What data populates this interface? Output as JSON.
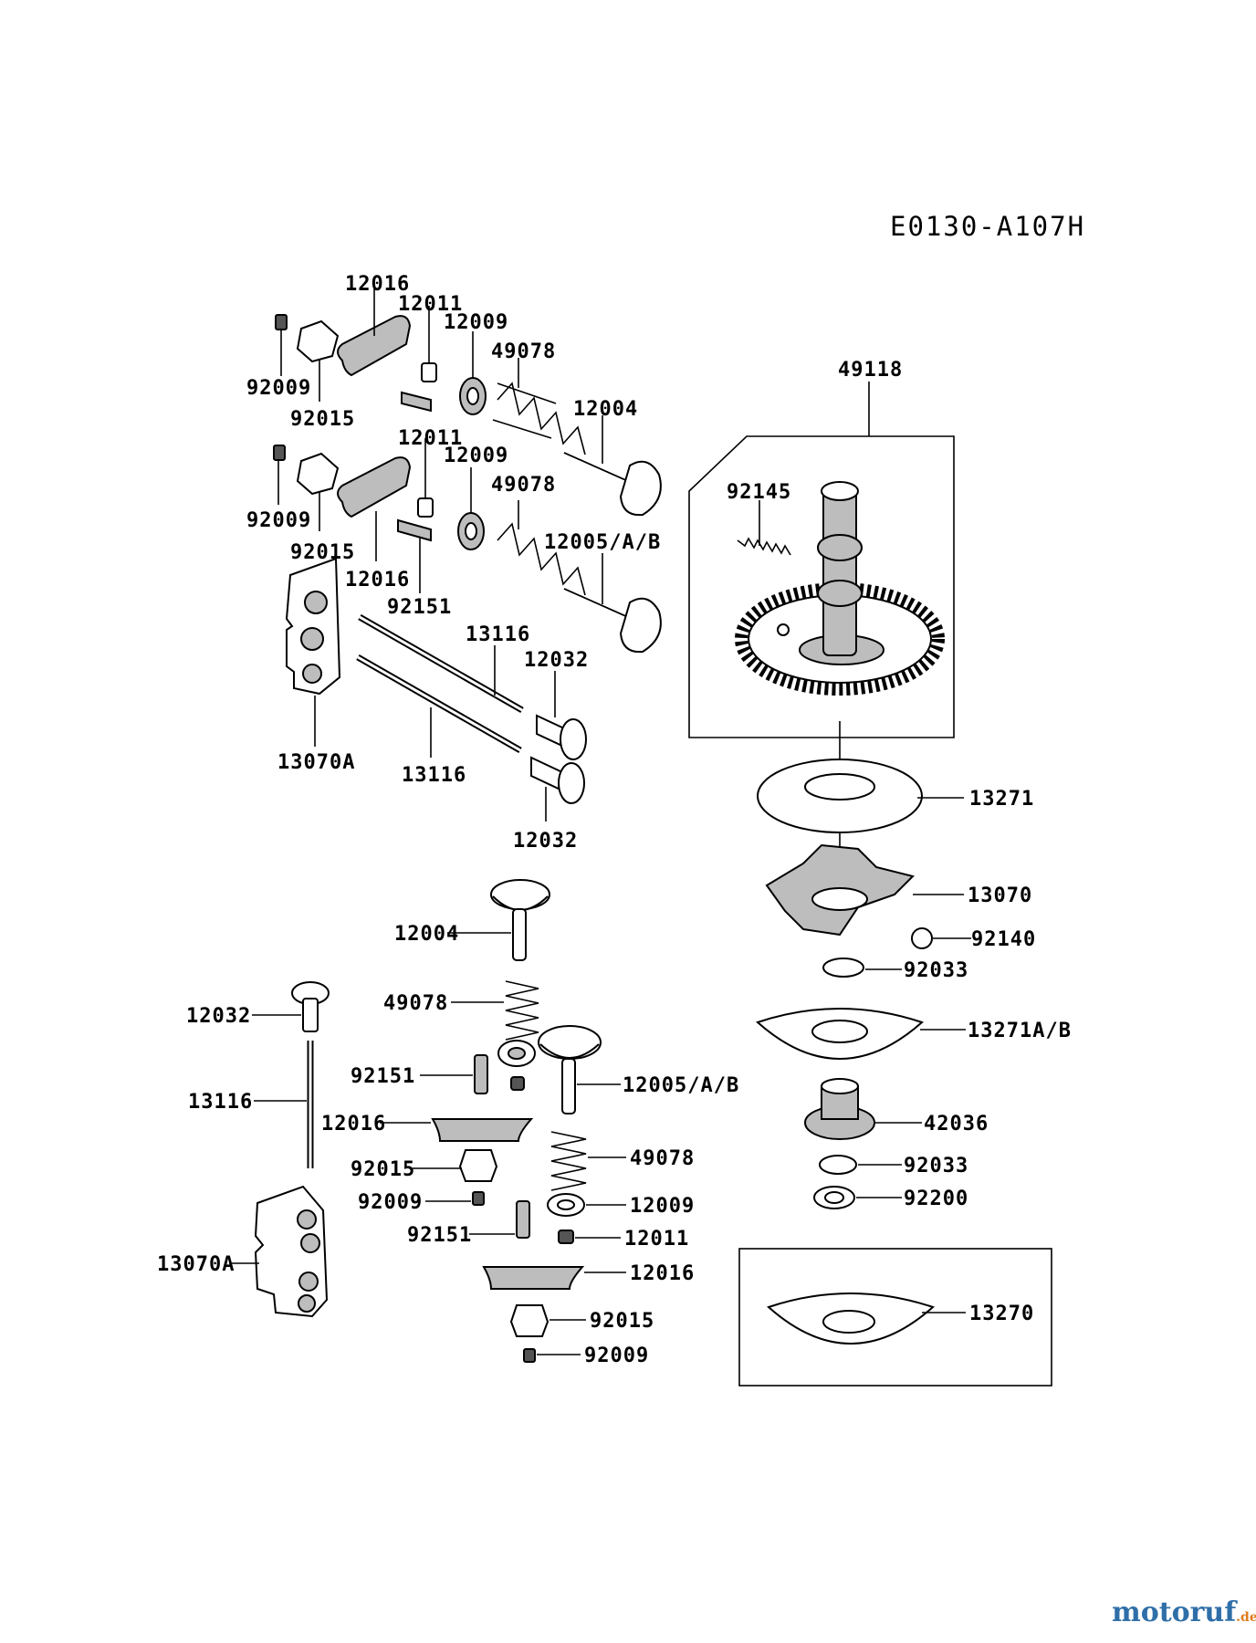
{
  "diagram_code": "E0130-A107H",
  "brand": {
    "main": "motoruf",
    "suffix": ".de"
  },
  "labels": {
    "l12016a": "12016",
    "l12011a": "12011",
    "l12009a": "12009",
    "l49078a": "49078",
    "l92009a": "92009",
    "l92015a": "92015",
    "l12004a": "12004",
    "l12011b": "12011",
    "l12009b": "12009",
    "l49078b": "49078",
    "l92009b": "92009",
    "l92015b": "92015",
    "l12005a": "12005/A/B",
    "l12016b": "12016",
    "l92151a": "92151",
    "l13116a": "13116",
    "l12032a": "12032",
    "l13070Aa": "13070A",
    "l13116b": "13116",
    "l12032b": "12032",
    "l49118": "49118",
    "l92145": "92145",
    "l13271": "13271",
    "l13070": "13070",
    "l92140": "92140",
    "l92033a": "92033",
    "l13271AB": "13271A/B",
    "l42036": "42036",
    "l92033b": "92033",
    "l92200": "92200",
    "l13270": "13270",
    "l12004b": "12004",
    "l49078c": "49078",
    "l12032c": "12032",
    "l92151b": "92151",
    "l12005b": "12005/A/B",
    "l13116c": "13116",
    "l12016c": "12016",
    "l49078d": "49078",
    "l92015c": "92015",
    "l92009c": "92009",
    "l12009c": "12009",
    "l92151c": "92151",
    "l12011c": "12011",
    "l13070Ab": "13070A",
    "l12016d": "12016",
    "l92015d": "92015",
    "l92009d": "92009"
  }
}
